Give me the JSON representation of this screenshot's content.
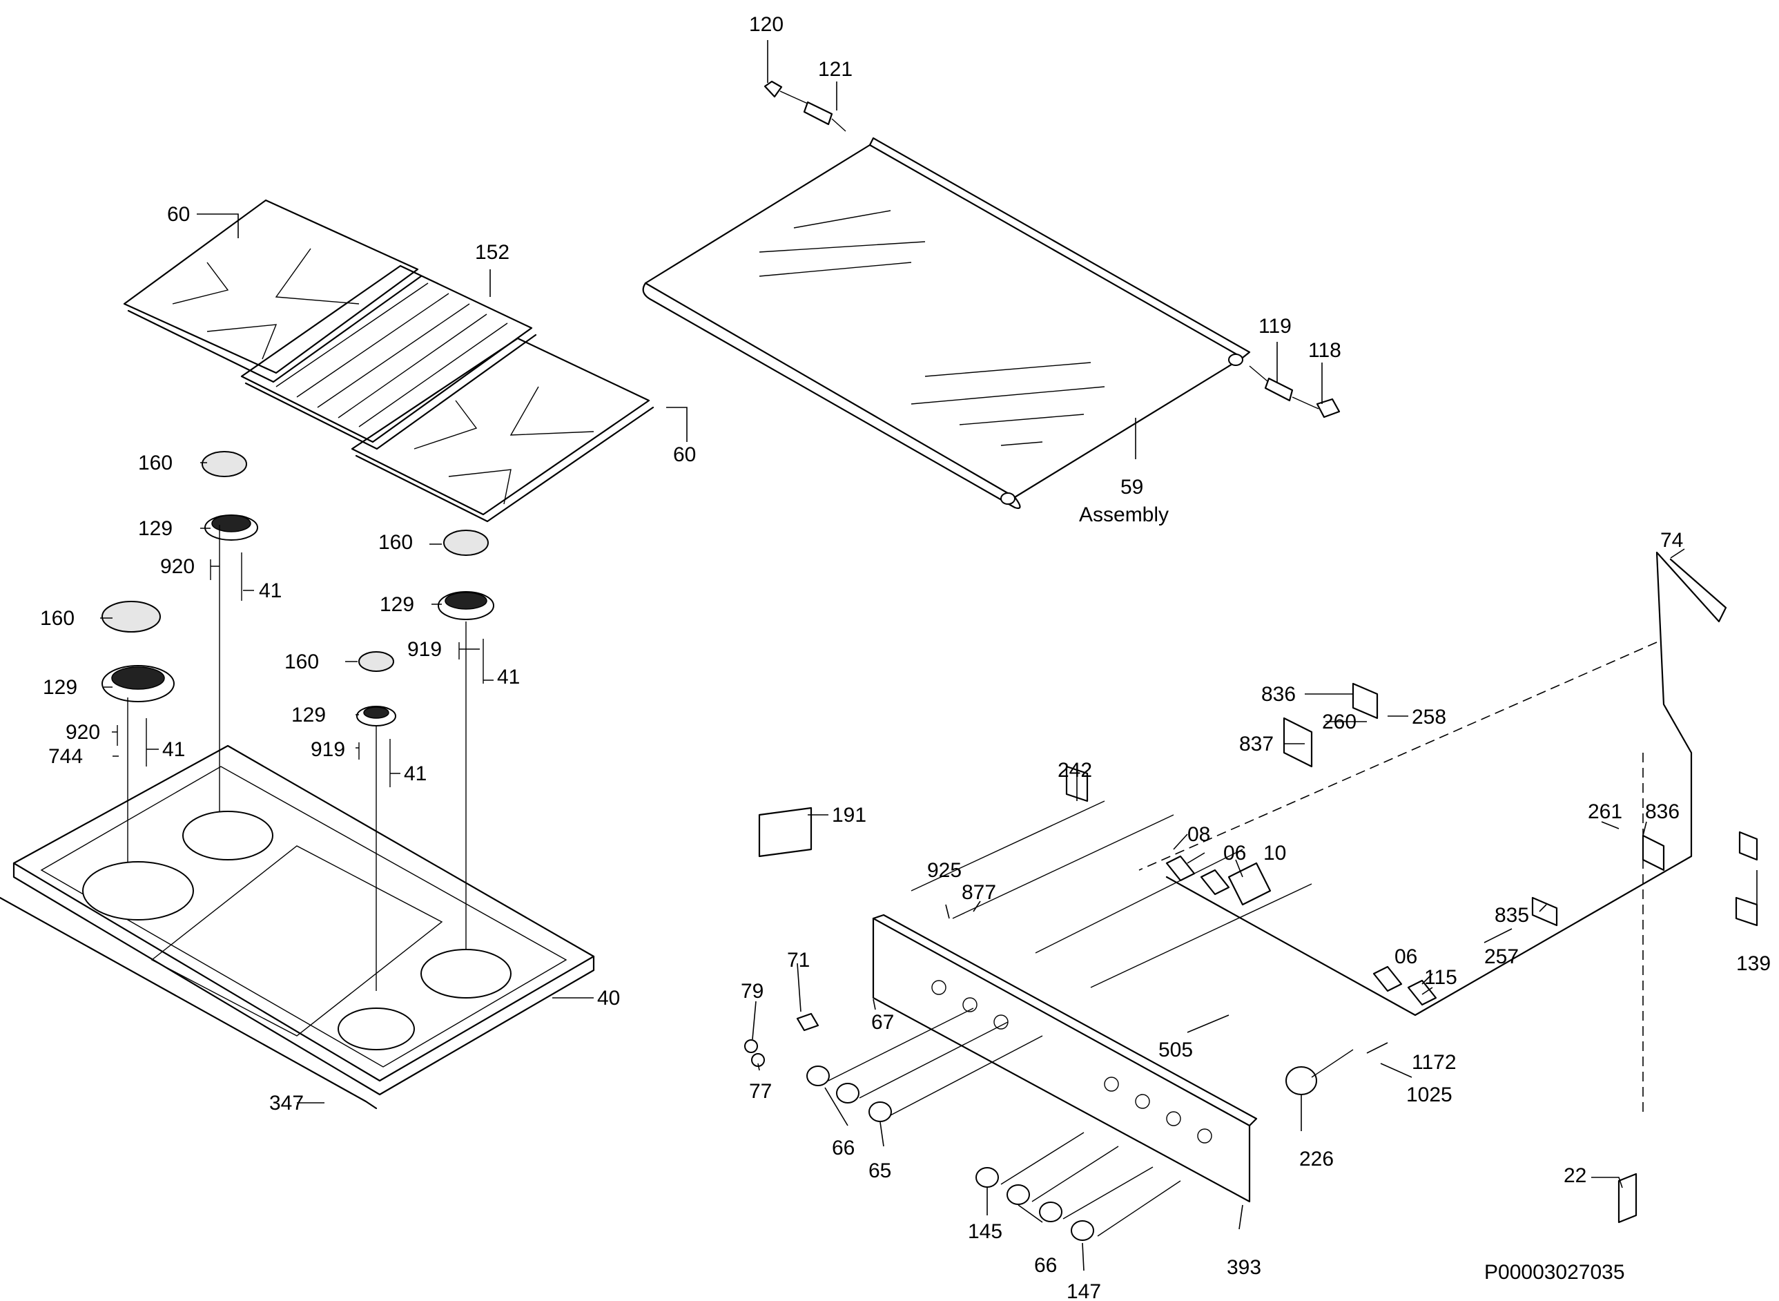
{
  "diagram": {
    "doc_code": "P00003027035",
    "assembly_caption": "Assembly",
    "callouts": {
      "c120": "120",
      "c121": "121",
      "c119": "119",
      "c118": "118",
      "c59": "59",
      "c60a": "60",
      "c60b": "60",
      "c152": "152",
      "c160a": "160",
      "c129a": "129",
      "c920a": "920",
      "c41a": "41",
      "c160b": "160",
      "c129b": "129",
      "c920b": "920",
      "c744": "744",
      "c41b": "41",
      "c160c": "160",
      "c129c": "129",
      "c919a": "919",
      "c41c": "41",
      "c160d": "160",
      "c129d": "129",
      "c919b": "919",
      "c41d": "41",
      "c40": "40",
      "c347": "347",
      "c74": "74",
      "c836a": "836",
      "c837": "837",
      "c260": "260",
      "c258": "258",
      "c242": "242",
      "c191": "191",
      "c08": "08",
      "c06a": "06",
      "c10": "10",
      "c925": "925",
      "c877": "877",
      "c261": "261",
      "c836b": "836",
      "c835": "835",
      "c06b": "06",
      "c115": "115",
      "c257": "257",
      "c139": "139",
      "c71": "71",
      "c79": "79",
      "c67": "67",
      "c77": "77",
      "c505": "505",
      "c1172": "1172",
      "c1025": "1025",
      "c66a": "66",
      "c65": "65",
      "c226": "226",
      "c22": "22",
      "c145": "145",
      "c66b": "66",
      "c147": "147",
      "c393": "393"
    }
  }
}
